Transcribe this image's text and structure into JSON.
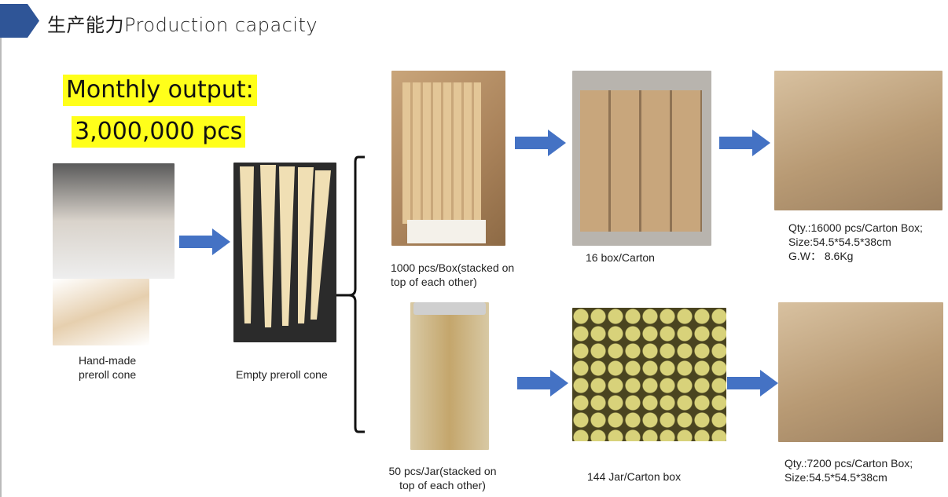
{
  "header": {
    "title": "生产能力Production capacity"
  },
  "output": {
    "line1": "Monthly output:",
    "line2": "3,000,000 pcs"
  },
  "steps": {
    "handmade": [
      "Hand-made",
      "preroll cone"
    ],
    "empty_cone": "Empty preroll cone",
    "box": [
      "1000 pcs/Box(stacked on",
      "top of each other)"
    ],
    "carton": "16 box/Carton",
    "carton_box_1": [
      "Qty.:16000  pcs/Carton Box;",
      "Size:54.5*54.5*38cm",
      "G.W：  8.6Kg"
    ],
    "jar": [
      "50 pcs/Jar(stacked on",
      "top of each other)"
    ],
    "jar_carton": "144 Jar/Carton box",
    "carton_box_2": [
      "Qty.:7200  pcs/Carton Box;",
      "Size:54.5*54.5*38cm"
    ]
  },
  "colors": {
    "accent": "#2f5597",
    "arrow": "#4472c4",
    "highlight": "#ffff1a"
  }
}
